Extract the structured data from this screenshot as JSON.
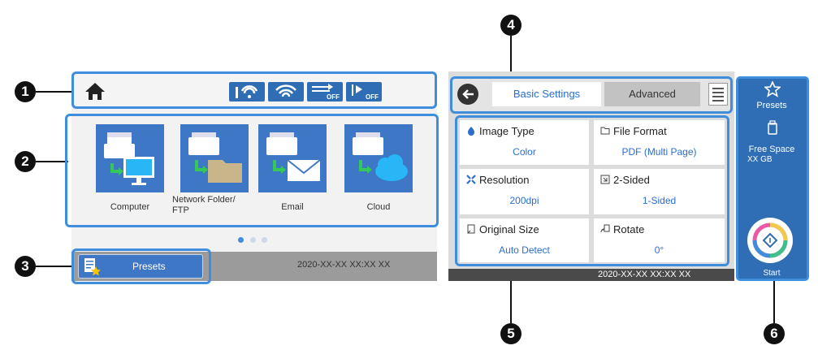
{
  "callouts": [
    "1",
    "2",
    "3",
    "4",
    "5",
    "6"
  ],
  "home": {
    "status_icons": [
      {
        "name": "wifi-direct-icon"
      },
      {
        "name": "wifi-icon"
      },
      {
        "name": "fax-off-icon",
        "label": "OFF"
      },
      {
        "name": "print-off-icon",
        "label": "OFF"
      }
    ],
    "apps": [
      {
        "label": "Computer",
        "icon": "computer-icon"
      },
      {
        "label": "Network Folder/\nFTP",
        "icon": "network-folder-icon"
      },
      {
        "label": "Email",
        "icon": "email-icon"
      },
      {
        "label": "Cloud",
        "icon": "cloud-icon"
      }
    ],
    "presets_label": "Presets",
    "datetime": "2020-XX-XX XX:XX XX"
  },
  "settings": {
    "tabs": {
      "basic": "Basic Settings",
      "advanced": "Advanced"
    },
    "cells": [
      {
        "title": "Image Type",
        "value": "Color"
      },
      {
        "title": "File Format",
        "value": "PDF (Multi Page)"
      },
      {
        "title": "Resolution",
        "value": "200dpi"
      },
      {
        "title": "2-Sided",
        "value": "1-Sided"
      },
      {
        "title": "Original Size",
        "value": "Auto Detect"
      },
      {
        "title": "Rotate",
        "value": "0°"
      }
    ],
    "datetime": "2020-XX-XX XX:XX XX"
  },
  "side": {
    "presets_label": "Presets",
    "free_space_label": "Free Space",
    "free_space_value": "XX GB",
    "start_label": "Start"
  },
  "colors": {
    "accent": "#3e8edc",
    "tile": "#3e77c6",
    "side": "#2f6db5",
    "value_text": "#2a6ecf"
  }
}
